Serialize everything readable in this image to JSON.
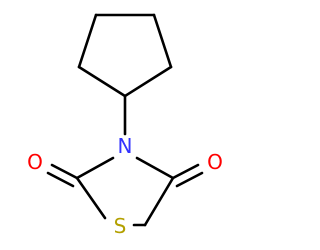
{
  "molecule": {
    "atoms": {
      "n1": {
        "symbol": "N",
        "color": "#3333ff"
      },
      "o1": {
        "symbol": "O",
        "color": "#ff0000"
      },
      "o2": {
        "symbol": "O",
        "color": "#ff0000"
      },
      "s1": {
        "symbol": "S",
        "color": "#b3a000"
      }
    },
    "bond_color": "#000000",
    "background": "#ffffff"
  }
}
